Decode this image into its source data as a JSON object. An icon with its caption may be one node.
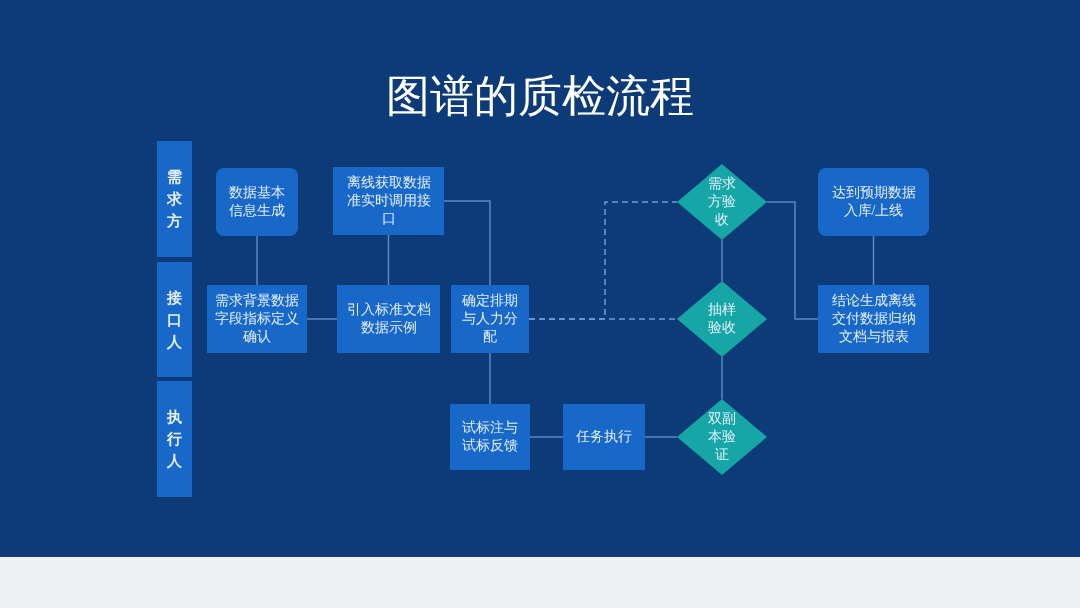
{
  "diagram": {
    "title": "图谱的质检流程",
    "nodes": [
      {
        "text": [
          "需求方"
        ]
      },
      {
        "text": [
          "接口人"
        ]
      },
      {
        "text": [
          "执行人"
        ]
      },
      {
        "text": [
          "数据基本信息生成"
        ]
      },
      {
        "text": [
          "离线获取数据准实时调用接口"
        ]
      },
      {
        "text": [
          "需求方验收"
        ]
      },
      {
        "text": [
          "达到预期数据入库/上线"
        ]
      },
      {
        "text": [
          "需求背景数据字段指标定义确认"
        ]
      },
      {
        "text": [
          "引入标准文档数据示例"
        ]
      },
      {
        "text": [
          "确定排期与人力分配"
        ]
      },
      {
        "text": [
          "抽样验收"
        ]
      },
      {
        "text": [
          "结论生成离线交付数据归纳文档与报表"
        ]
      },
      {
        "text": [
          "试标注与试标反馈"
        ]
      },
      {
        "text": [
          "任务执行"
        ]
      },
      {
        "text": [
          "双副本验证"
        ]
      }
    ],
    "edges": [
      {
        "from": 3,
        "to": 7,
        "arrow": "none"
      },
      {
        "from": 7,
        "to": 8,
        "arrow": "none"
      },
      {
        "from": 8,
        "to": 4,
        "arrow": "none"
      },
      {
        "from": 4,
        "to": 9,
        "arrow": "none"
      },
      {
        "from": 9,
        "to": 12,
        "arrow": "none"
      },
      {
        "from": 12,
        "to": 13,
        "arrow": "none"
      },
      {
        "from": 13,
        "to": 14,
        "arrow": "none"
      },
      {
        "from": 14,
        "to": 10,
        "arrow": "none"
      },
      {
        "from": 10,
        "to": 5,
        "arrow": "none"
      },
      {
        "from": 9,
        "to": 10,
        "arrow": "none",
        "style": "dashed"
      },
      {
        "from": 9,
        "to": 5,
        "arrow": "none",
        "style": "dashed"
      },
      {
        "from": 5,
        "to": 11,
        "arrow": "none"
      },
      {
        "from": 11,
        "to": 6,
        "arrow": "none"
      }
    ]
  }
}
